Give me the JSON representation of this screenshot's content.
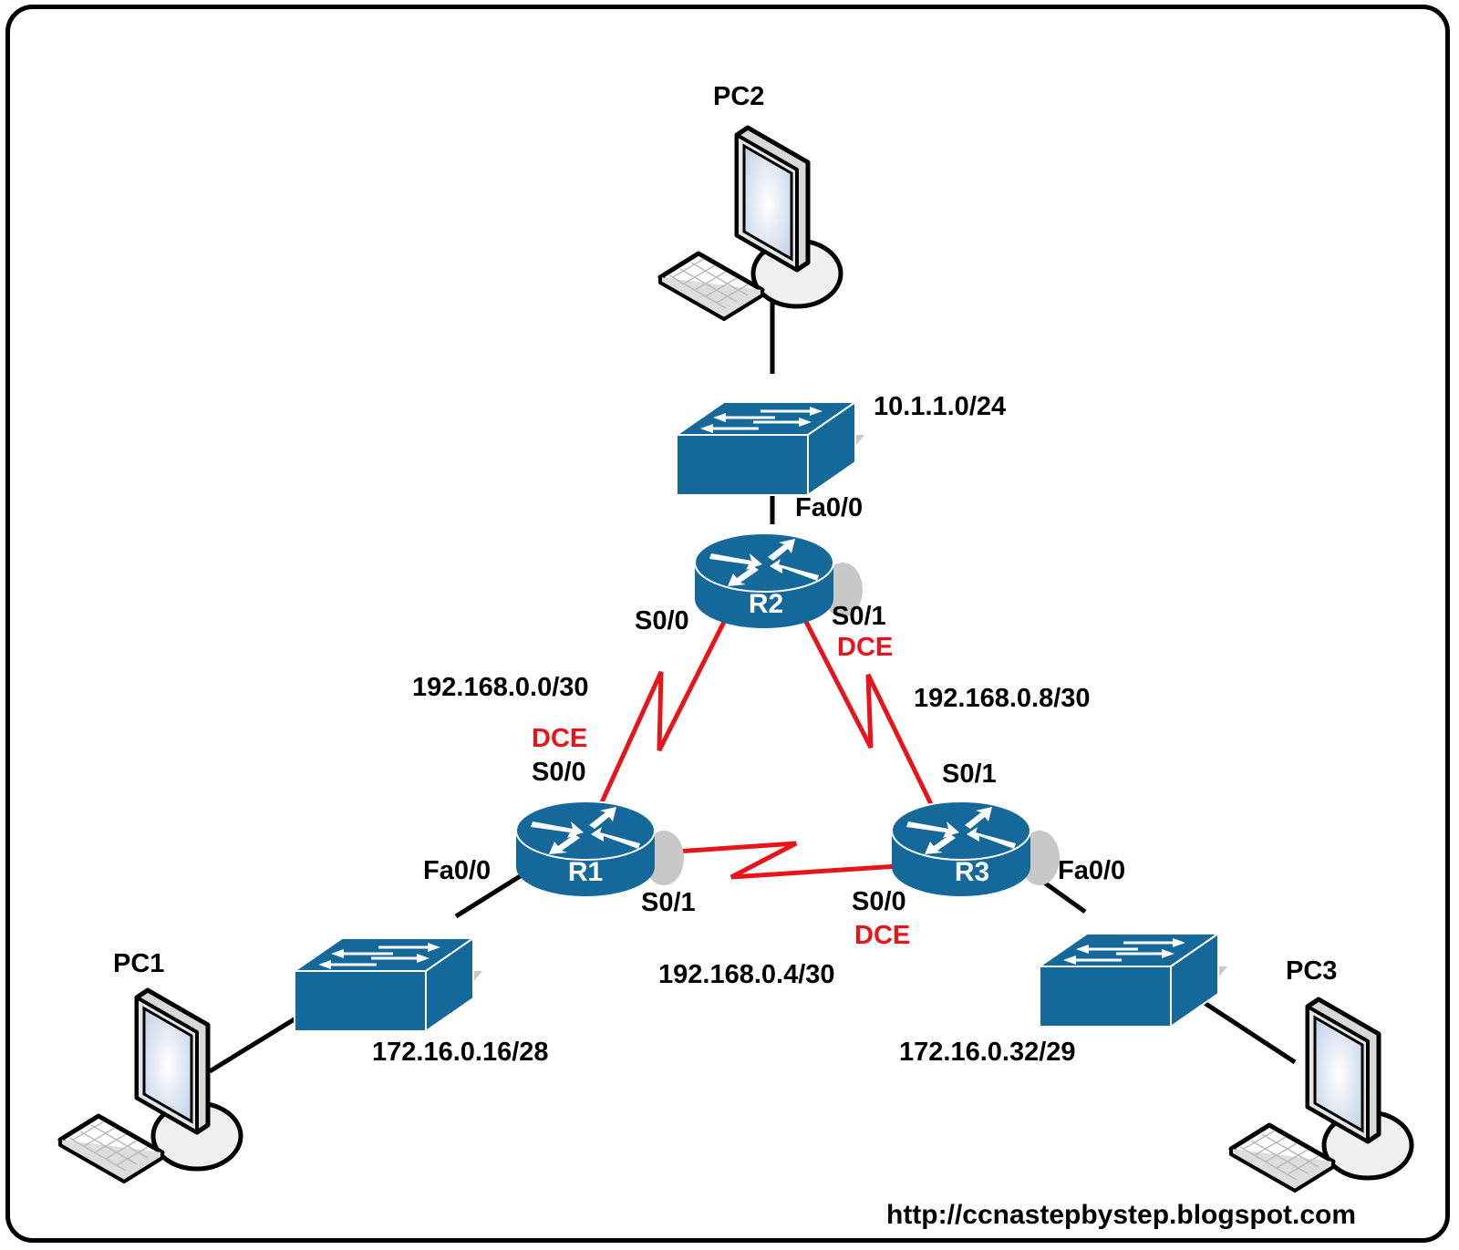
{
  "title": "Three-router serial triangle topology",
  "colors": {
    "device_fill": "#15699a",
    "device_highlight": "#ffffff",
    "serial_link": "#e8141b",
    "ethernet_link": "#000000",
    "dce_text": "#e8141b",
    "shadow": "#c8c8c8"
  },
  "devices": {
    "pc1": {
      "label": "PC1",
      "type": "pc"
    },
    "pc2": {
      "label": "PC2",
      "type": "pc"
    },
    "pc3": {
      "label": "PC3",
      "type": "pc"
    },
    "sw1": {
      "type": "switch"
    },
    "sw2": {
      "type": "switch"
    },
    "sw3": {
      "type": "switch"
    },
    "r1": {
      "label": "R1",
      "type": "router"
    },
    "r2": {
      "label": "R2",
      "type": "router"
    },
    "r3": {
      "label": "R3",
      "type": "router"
    }
  },
  "links": [
    {
      "from": "pc2",
      "to": "sw2",
      "kind": "ethernet"
    },
    {
      "from": "sw2",
      "to": "r2",
      "kind": "ethernet"
    },
    {
      "from": "r1",
      "to": "sw1",
      "kind": "ethernet"
    },
    {
      "from": "sw1",
      "to": "pc1",
      "kind": "ethernet"
    },
    {
      "from": "r3",
      "to": "sw3",
      "kind": "ethernet"
    },
    {
      "from": "sw3",
      "to": "pc3",
      "kind": "ethernet"
    },
    {
      "from": "r2",
      "to": "r1",
      "kind": "serial",
      "network": "192.168.0.0/30"
    },
    {
      "from": "r2",
      "to": "r3",
      "kind": "serial",
      "network": "192.168.0.8/30"
    },
    {
      "from": "r1",
      "to": "r3",
      "kind": "serial",
      "network": "192.168.0.4/30"
    }
  ],
  "labels": {
    "r2_fa00": "Fa0/0",
    "r2_s00": "S0/0",
    "r2_s01": "S0/1",
    "r2_s01_dce": "DCE",
    "r1_s00_dce": "DCE",
    "r1_s00": "S0/0",
    "r1_fa00": "Fa0/0",
    "r1_s01": "S0/1",
    "r3_s01": "S0/1",
    "r3_fa00": "Fa0/0",
    "r3_s00": "S0/0",
    "r3_s00_dce": "DCE"
  },
  "networks": {
    "lan_r2": "10.1.1.0/24",
    "lan_r1": "172.16.0.16/28",
    "lan_r3": "172.16.0.32/29",
    "wan_r1_r2": "192.168.0.0/30",
    "wan_r2_r3": "192.168.0.8/30",
    "wan_r1_r3": "192.168.0.4/30"
  },
  "footer": {
    "url": "http://ccnastepbystep.blogspot.com"
  }
}
